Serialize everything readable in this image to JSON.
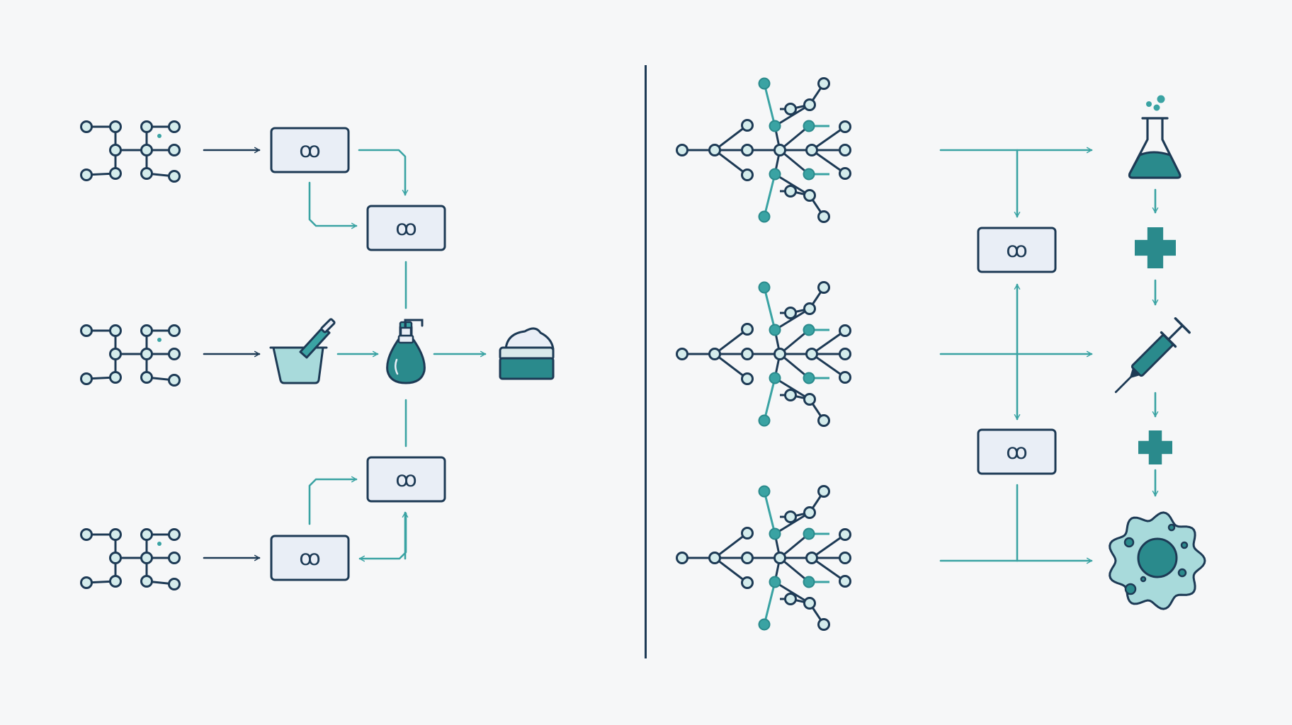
{
  "colors": {
    "navy": "#1d3a55",
    "teal": "#3aa3a3",
    "teal_dark": "#2a8a8c",
    "teal_light": "#a8dadb",
    "node_fill": "#d4ecec",
    "box_fill": "#e9eef6",
    "background": "#f6f7f8"
  },
  "left_panel": {
    "rows": [
      {
        "molecule": "small-molecule-icon",
        "step": "airflow-process-box"
      },
      {
        "molecule": "small-molecule-icon",
        "step": "mortar-and-pestle-icon"
      },
      {
        "molecule": "small-molecule-icon",
        "step": "airflow-process-box"
      }
    ],
    "process_boxes": [
      {
        "id": "top",
        "glyph": "ꝏ"
      },
      {
        "id": "mid-top",
        "glyph": "ꝏ"
      },
      {
        "id": "mid-bottom",
        "glyph": "ꝏ"
      },
      {
        "id": "bottom",
        "glyph": "ꝏ"
      }
    ],
    "outputs": [
      "dropper-bottle-icon",
      "cream-jar-icon"
    ]
  },
  "right_panel": {
    "rows": [
      {
        "molecule": "branched-molecule-icon",
        "target": "flask-icon"
      },
      {
        "molecule": "branched-molecule-icon",
        "target": "syringe-icon"
      },
      {
        "molecule": "branched-molecule-icon",
        "target": "cell-icon"
      }
    ],
    "process_boxes": [
      {
        "id": "upper",
        "glyph": "ꝏ"
      },
      {
        "id": "lower",
        "glyph": "ꝏ"
      }
    ],
    "pipeline": [
      "flask-icon",
      "plus-icon",
      "syringe-icon",
      "plus-icon",
      "cell-icon"
    ]
  }
}
